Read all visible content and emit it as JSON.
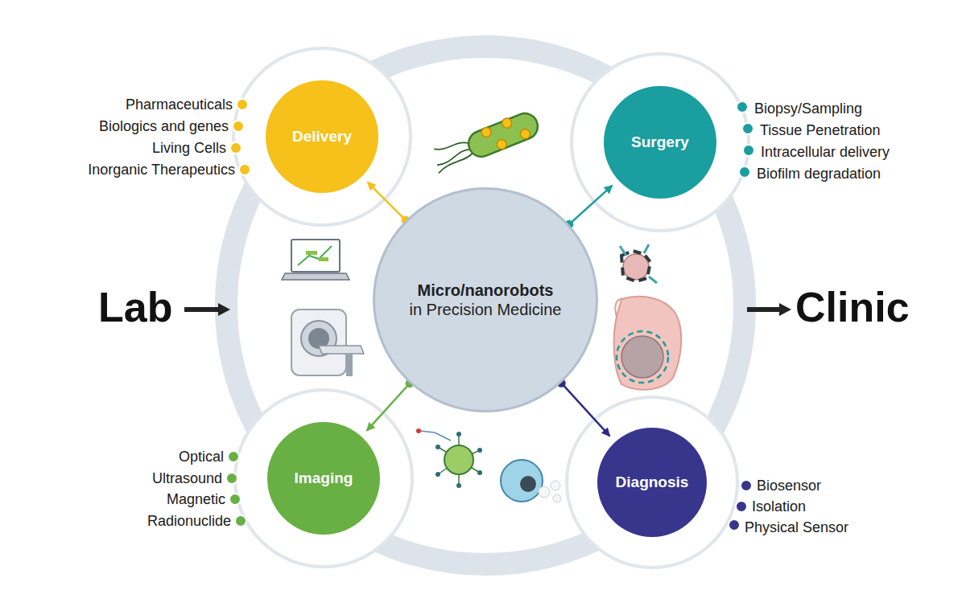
{
  "diagram": {
    "nodes": [
      {
        "text": [
          "Micro/nanorobots",
          "in Precision Medicine"
        ]
      },
      {
        "text": [
          "Delivery"
        ]
      },
      {
        "text": [
          "Surgery"
        ]
      },
      {
        "text": [
          "Imaging"
        ]
      },
      {
        "text": [
          "Diagnosis"
        ]
      }
    ],
    "edges": [
      {
        "from": 0,
        "to": 1,
        "arrow": "to"
      },
      {
        "from": 0,
        "to": 2,
        "arrow": "to"
      },
      {
        "from": 0,
        "to": 3,
        "arrow": "to"
      },
      {
        "from": 0,
        "to": 4,
        "arrow": "to"
      }
    ],
    "labels": [
      "Pharmaceuticals",
      "Biologics and genes",
      "Living Cells",
      "Inorganic Therapeutics",
      "Biopsy/Sampling",
      "Tissue Penetration",
      "Intracellular delivery",
      "Biofilm degradation",
      "Optical",
      "Ultrasound",
      "Magnetic",
      "Radionuclide",
      "Biosensor",
      "Isolation",
      "Physical Sensor",
      "Lab",
      "Clinic"
    ]
  }
}
